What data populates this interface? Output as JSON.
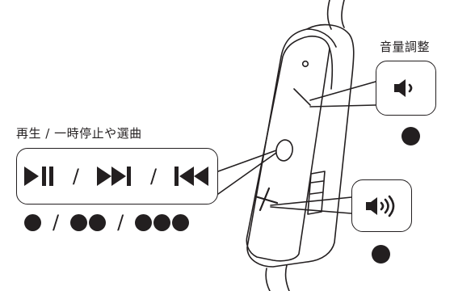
{
  "labels": {
    "volume_adjust": "音量調整",
    "play_controls": "再生 / 一時停止や選曲"
  },
  "controls": {
    "separator": "/"
  },
  "icons": {
    "play_pause": "play-pause-icon",
    "next_track": "next-track-icon",
    "previous_track": "previous-track-icon",
    "volume_down": "volume-down-icon",
    "volume_up": "volume-up-icon"
  },
  "press_counts": {
    "play_pause": 1,
    "next_track": 2,
    "previous_track": 3,
    "volume_down": 1,
    "volume_up": 1
  },
  "colors": {
    "ink": "#231f20",
    "background": "#ffffff"
  }
}
